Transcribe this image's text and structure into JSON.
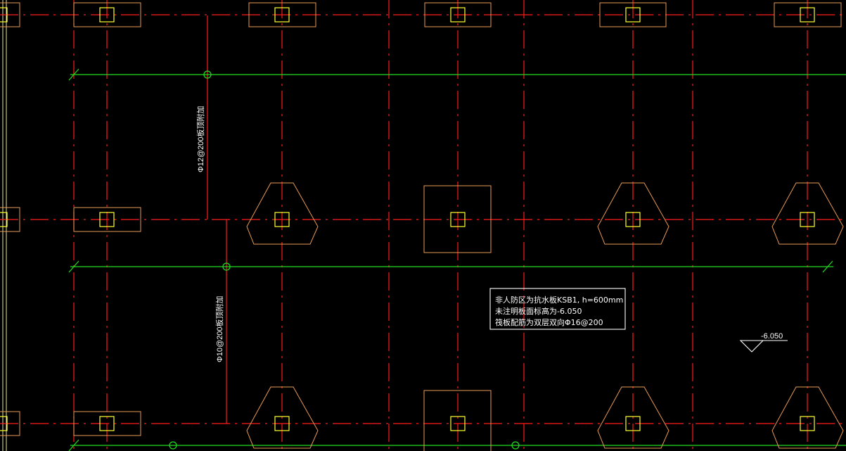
{
  "drawing": {
    "rebar_labels": [
      {
        "text": "Φ12@200板顶附加"
      },
      {
        "text": "Φ10@200板顶附加"
      }
    ],
    "note_lines": [
      "非人防区为抗水板KSB1, h=600mm",
      "未注明板面标高为-6.050",
      "筏板配筋为双层双向Φ16@200"
    ],
    "elevation_label": "-6.050",
    "colors": {
      "background": "#000000",
      "axis": "#ff1c1c",
      "pad": "#e89a55",
      "column": "#ffff30",
      "rebar": "#22dd22",
      "text": "#ffffff"
    }
  }
}
